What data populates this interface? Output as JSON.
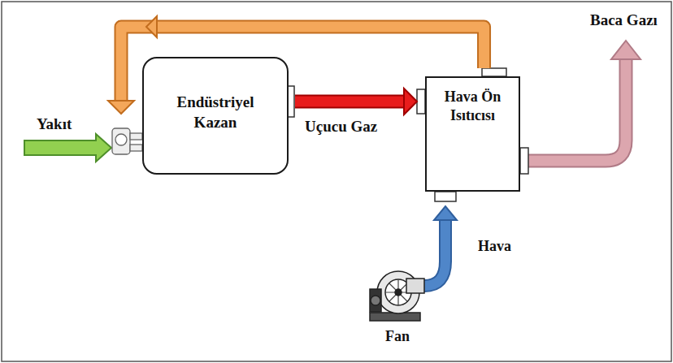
{
  "diagram": {
    "nodes": [
      {
        "text": [
          "Endüstriyel Kazan"
        ]
      },
      {
        "text": [
          "Hava Ön Isıtıcısı"
        ]
      }
    ],
    "edges": [
      {
        "from": 0,
        "to": 1,
        "arrow": "to",
        "label": "Uçucu Gaz"
      },
      {
        "from": 1,
        "to": 0,
        "arrow": "to"
      }
    ],
    "labels": [
      "Yakıt",
      "Baca Gazı",
      "Hava",
      "Fan"
    ]
  }
}
